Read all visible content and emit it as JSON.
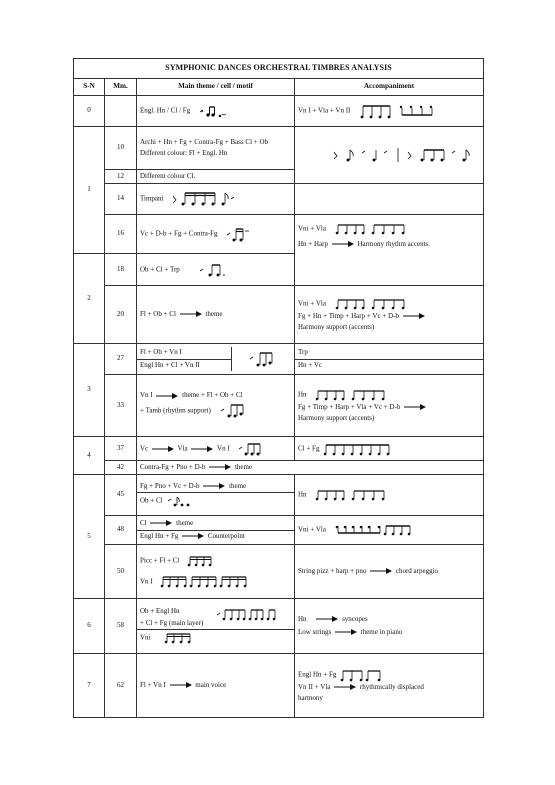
{
  "title": "SYMPHONIC DANCES  ORCHESTRAL TIMBRES ANALYSIS",
  "headers": [
    "S-N",
    "Mm.",
    "Main theme / cell / motif",
    "Accompaniment"
  ],
  "rows": {
    "r0": {
      "sn": "0",
      "mm": "",
      "theme": "Engl. Hn / Cl / Fg",
      "acc": "Vn I + Vla + Vn II"
    },
    "r1": {
      "sn": "1",
      "a": {
        "mm": "10",
        "l1": "Archi + Hn + Fg + Contra-Fg + Bass Cl + Ob",
        "l2": "Different colour: Fl + Engl. Hn"
      },
      "b": {
        "mm": "12",
        "theme": "Different colour Cl."
      },
      "c": {
        "mm": "14",
        "theme": "Timpani"
      },
      "d": {
        "mm": "16",
        "theme": "Vc + D-b + Fg + Contra-Fg",
        "acc1": "Vni + Vla",
        "acc2": "Hn + Harp",
        "acc2b": "Harmony rhythm accents."
      }
    },
    "r2": {
      "sn": "2",
      "a": {
        "mm": "18",
        "theme": "Ob + Cl + Trp"
      },
      "b": {
        "mm": "20",
        "theme": "Fl + Ob + Cl",
        "themeb": "theme",
        "acc1": "Vni + Vla",
        "acc2": "Fg + Hn + Timp + Harp + Vc + D-b",
        "acc3": "Harmony support (accents)"
      }
    },
    "r3": {
      "sn": "3",
      "a": {
        "mm": "27",
        "t1": "Fl + Ob + Vn I",
        "t2": "Engl Hn + Cl + Vn II",
        "acc1": "Trp",
        "acc2": "Hn + Vc"
      },
      "b": {
        "mm": "33",
        "t1": "Vn I",
        "t1b": "theme + Fl + Ob + Cl",
        "t2": "+ Tamb (rhythm support)",
        "acc1": "Hn",
        "acc2": "Fg + Timp + Harp + Vla + Vc + D-b",
        "acc3": "Harmony support (accents)"
      }
    },
    "r4": {
      "sn": "4",
      "a": {
        "mm": "37",
        "p1": "Vc",
        "p2": "Vla",
        "p3": "Vn I",
        "acc": "Cl + Fg"
      },
      "b": {
        "mm": "42",
        "theme": "Contra-Fg + Pno + D-b",
        "themeb": "theme"
      }
    },
    "r5": {
      "sn": "5",
      "a": {
        "mm": "45",
        "t1": "Fg + Pno + Vc + D-b",
        "t1b": "theme",
        "t2": "Ob + Cl",
        "acc": "Hn"
      },
      "b": {
        "mm": "48",
        "t1": "Cl",
        "t1b": "theme",
        "t2": "Engl Hn + Fg",
        "t2b": "Counterpoint",
        "acc": "Vni + Vla"
      },
      "c": {
        "mm": "50",
        "t1": "Picc + Fl + Cl",
        "t2": "Vn I",
        "acc": "String pizz + harp + pno",
        "accb": "chord arpeggio"
      }
    },
    "r6": {
      "sn": "6",
      "mm": "58",
      "t1": "Ob + Engl Hn",
      "t2": "+ Cl + Fg (main layer)",
      "t3": "Vni",
      "acc1": "Hn",
      "acc1b": "syncopes",
      "acc2": "Low strings",
      "acc2b": "theme in piano"
    },
    "r7": {
      "sn": "7",
      "mm": "62",
      "theme": "Fl + Vn I",
      "themeb": "main voice",
      "acc1": "Engl Hn + Fg",
      "acc2": "Vn II + Vla",
      "acc2b": "rhythmically displaced",
      "acc3": "harmony"
    }
  }
}
